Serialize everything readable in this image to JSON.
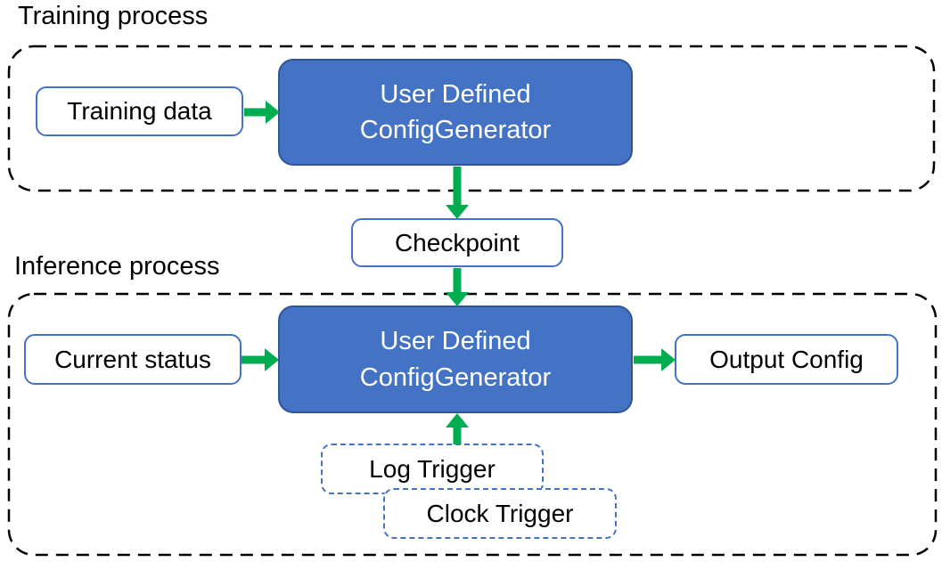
{
  "colors": {
    "box_fill": "#4472C4",
    "box_border": "#2F5597",
    "light_box_border": "#4472C4",
    "trigger_border": "#4472C4",
    "arrow_green": "#00AC50",
    "container_border": "#000000",
    "text_dark": "#000000",
    "text_light": "#FFFFFF"
  },
  "training": {
    "title": "Training process",
    "input_label": "Training data",
    "generator_label": "User Defined\nConfigGenerator"
  },
  "checkpoint_label": "Checkpoint",
  "inference": {
    "title": "Inference process",
    "input_label": "Current status",
    "generator_label": "User Defined\nConfigGenerator",
    "output_label": "Output Config",
    "trigger_log_label": "Log Trigger",
    "trigger_clock_label": "Clock Trigger"
  }
}
